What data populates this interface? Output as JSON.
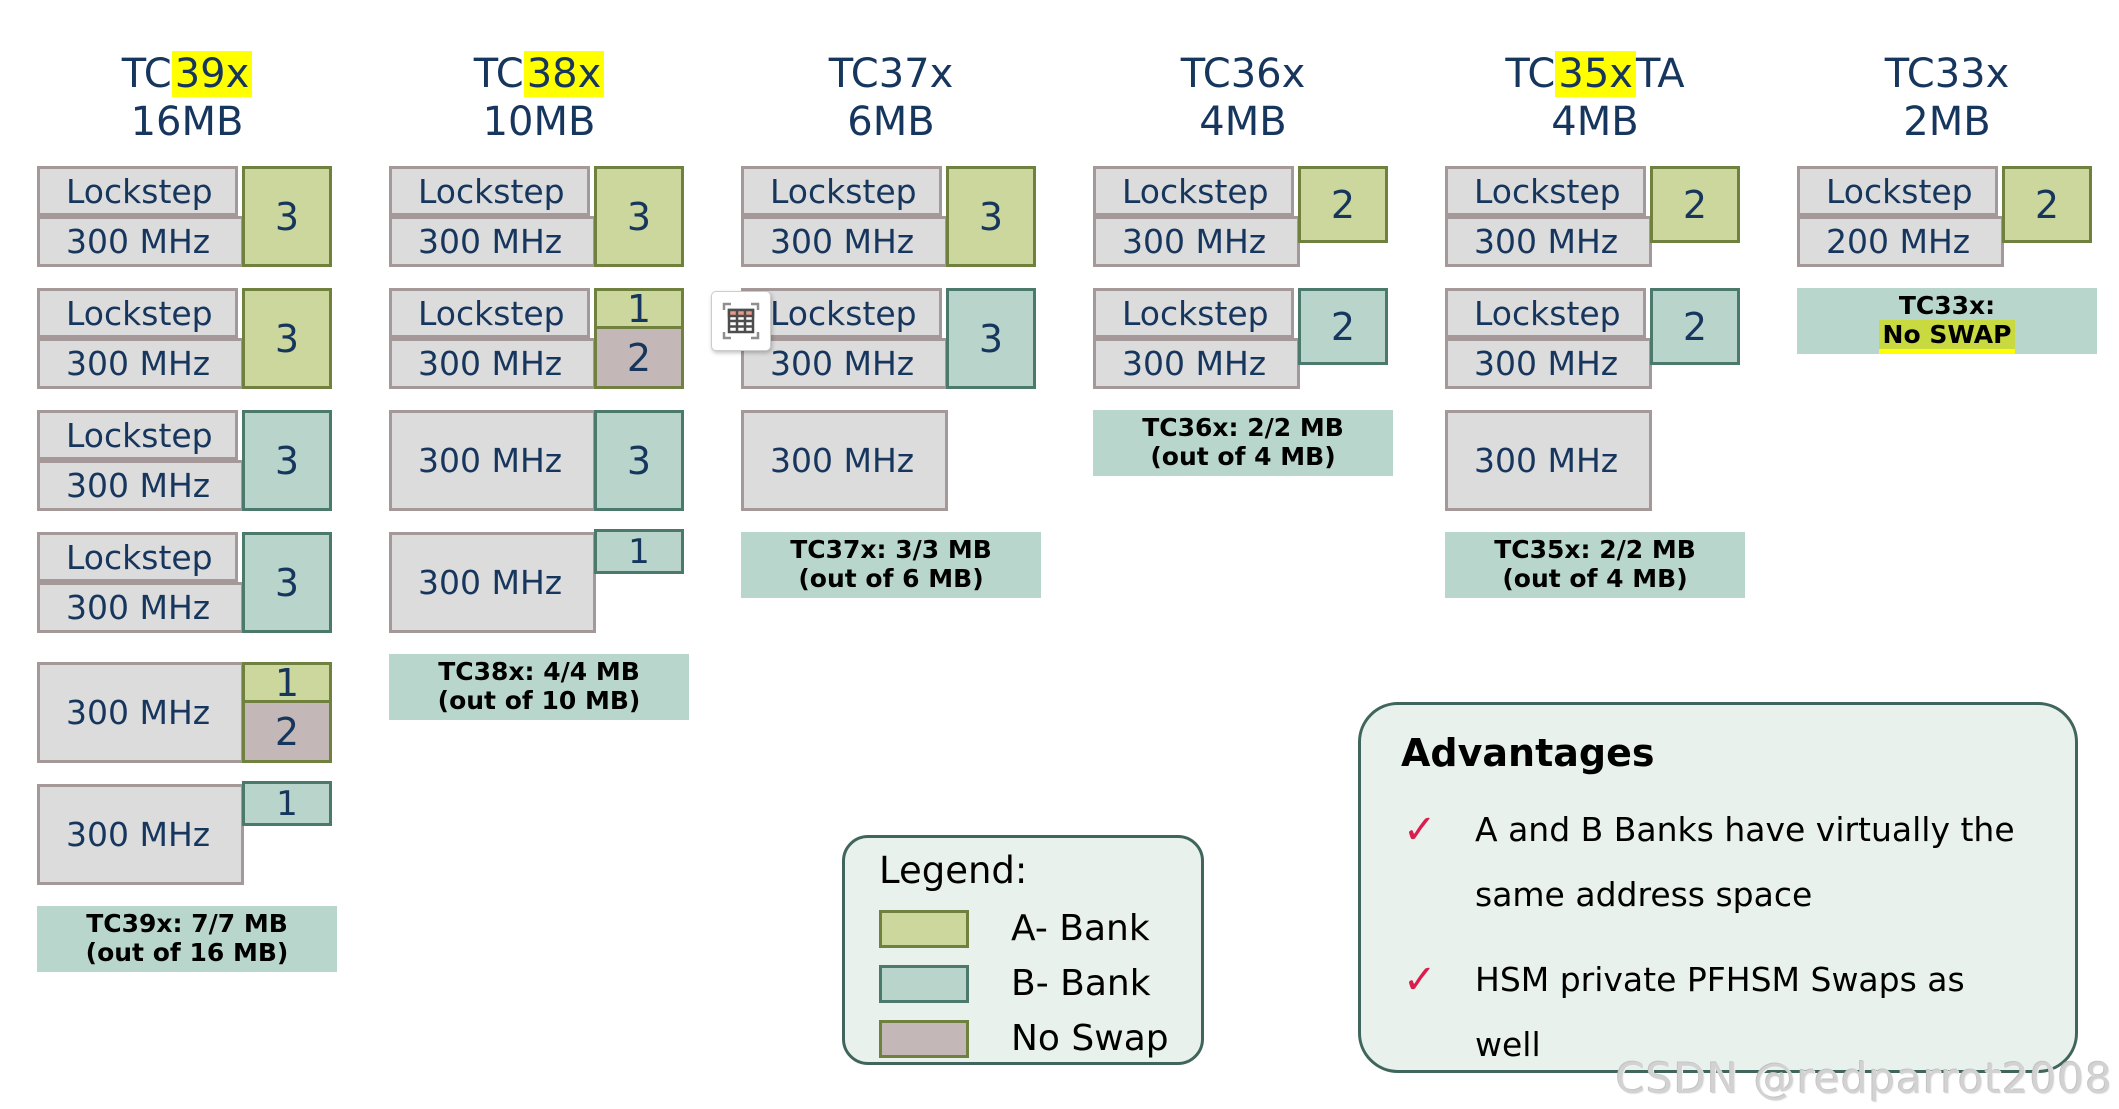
{
  "colors": {
    "navy": "#17365d",
    "yellow": "#ffff00",
    "gray_fill": "#dcdcdc",
    "gray_border": "#a59898",
    "bank_a": "#ccd79e",
    "bank_a_border": "#70803f",
    "bank_b": "#b9d5cb",
    "bank_b_border": "#4b7a6d",
    "noswap_fill": "#c3b7b7",
    "summary_bg": "#b9d6cd",
    "panel_bg": "#e9f1ed",
    "panel_border": "#3f655c",
    "check": "#dc1c4c",
    "noswap_hl": "#c9da41"
  },
  "columns": [
    {
      "id": "tc39x",
      "title": {
        "prefix": "TC",
        "highlight": "39x",
        "suffix": ""
      },
      "size": "16MB",
      "rows": [
        {
          "type": "lockstep",
          "label1": "Lockstep",
          "label2": "300 MHz",
          "tag": {
            "style": "full",
            "bank": "a",
            "value": "3"
          }
        },
        {
          "type": "lockstep",
          "label1": "Lockstep",
          "label2": "300 MHz",
          "tag": {
            "style": "full",
            "bank": "a",
            "value": "3"
          }
        },
        {
          "type": "lockstep",
          "label1": "Lockstep",
          "label2": "300 MHz",
          "tag": {
            "style": "full",
            "bank": "b",
            "value": "3"
          }
        },
        {
          "type": "lockstep",
          "label1": "Lockstep",
          "label2": "300 MHz",
          "tag": {
            "style": "full",
            "bank": "b",
            "value": "3"
          }
        },
        {
          "type": "single",
          "label": "300 MHz",
          "tag": {
            "style": "split",
            "top": {
              "bank": "a",
              "value": "1"
            },
            "bottom": {
              "bank": "noswap",
              "value": "2"
            }
          }
        },
        {
          "type": "single",
          "label": "300 MHz",
          "tag": {
            "style": "small",
            "bank": "b",
            "value": "1"
          }
        }
      ],
      "summary": {
        "line1": "TC39x: 7/7 MB",
        "line2": "(out of 16 MB)",
        "line2_highlight": false
      }
    },
    {
      "id": "tc38x",
      "title": {
        "prefix": "TC",
        "highlight": "38x",
        "suffix": ""
      },
      "size": "10MB",
      "rows": [
        {
          "type": "lockstep",
          "label1": "Lockstep",
          "label2": "300 MHz",
          "tag": {
            "style": "full",
            "bank": "a",
            "value": "3"
          }
        },
        {
          "type": "lockstep",
          "label1": "Lockstep",
          "label2": "300 MHz",
          "tag": {
            "style": "split",
            "top": {
              "bank": "a",
              "value": "1"
            },
            "bottom": {
              "bank": "noswap",
              "value": "2"
            }
          }
        },
        {
          "type": "single",
          "label": "300 MHz",
          "tag": {
            "style": "full",
            "bank": "b",
            "value": "3"
          }
        },
        {
          "type": "single",
          "label": "300 MHz",
          "tag": {
            "style": "small",
            "bank": "b",
            "value": "1"
          }
        }
      ],
      "summary": {
        "line1": "TC38x: 4/4 MB",
        "line2": "(out of 10 MB)",
        "line2_highlight": false
      }
    },
    {
      "id": "tc37x",
      "title": {
        "prefix": "TC37x",
        "highlight": "",
        "suffix": ""
      },
      "size": "6MB",
      "rows": [
        {
          "type": "lockstep",
          "label1": "Lockstep",
          "label2": "300 MHz",
          "tag": {
            "style": "full",
            "bank": "a",
            "value": "3"
          }
        },
        {
          "type": "lockstep",
          "label1": "Lockstep",
          "label2": "300 MHz",
          "tag": {
            "style": "full",
            "bank": "b",
            "value": "3"
          }
        },
        {
          "type": "single",
          "label": "300 MHz",
          "tag": null
        }
      ],
      "summary": {
        "line1": "TC37x: 3/3 MB",
        "line2": "(out of 6 MB)",
        "line2_highlight": false
      }
    },
    {
      "id": "tc36x",
      "title": {
        "prefix": "TC36x",
        "highlight": "",
        "suffix": ""
      },
      "size": "4MB",
      "rows": [
        {
          "type": "lockstep",
          "label1": "Lockstep",
          "label2": "300 MHz",
          "tag": {
            "style": "tall",
            "bank": "a",
            "value": "2"
          }
        },
        {
          "type": "lockstep",
          "label1": "Lockstep",
          "label2": "300 MHz",
          "tag": {
            "style": "tall",
            "bank": "b",
            "value": "2"
          }
        }
      ],
      "summary": {
        "line1": "TC36x: 2/2 MB",
        "line2": "(out of 4 MB)",
        "line2_highlight": false
      }
    },
    {
      "id": "tc35xta",
      "title": {
        "prefix": "TC",
        "highlight": "35x",
        "suffix": "TA"
      },
      "size": "4MB",
      "rows": [
        {
          "type": "lockstep",
          "label1": "Lockstep",
          "label2": "300 MHz",
          "tag": {
            "style": "tall",
            "bank": "a",
            "value": "2"
          }
        },
        {
          "type": "lockstep",
          "label1": "Lockstep",
          "label2": "300 MHz",
          "tag": {
            "style": "tall",
            "bank": "b",
            "value": "2"
          }
        },
        {
          "type": "single",
          "label": "300 MHz",
          "tag": null
        }
      ],
      "summary": {
        "line1": "TC35x: 2/2 MB",
        "line2": "(out of 4 MB)",
        "line2_highlight": false
      }
    },
    {
      "id": "tc33x",
      "title": {
        "prefix": "TC33x",
        "highlight": "",
        "suffix": ""
      },
      "size": "2MB",
      "rows": [
        {
          "type": "lockstep",
          "label1": "Lockstep",
          "label2": "200 MHz",
          "tag": {
            "style": "tall",
            "bank": "a",
            "value": "2"
          }
        }
      ],
      "summary": {
        "line1": "TC33x:",
        "line2": "No SWAP",
        "line2_highlight": true
      }
    }
  ],
  "legend": {
    "title": "Legend:",
    "items": [
      {
        "bank": "a",
        "label": "A- Bank"
      },
      {
        "bank": "b",
        "label": "B- Bank"
      },
      {
        "bank": "noswap",
        "label": "No Swap"
      }
    ]
  },
  "advantages": {
    "title": "Advantages",
    "items": [
      {
        "check": "✓",
        "lines": [
          "A and B Banks have virtually the",
          "same address space"
        ]
      },
      {
        "check": "✓",
        "lines": [
          "HSM private PFHSM Swaps as",
          "well"
        ]
      }
    ]
  },
  "paste_button": {
    "icon": "table-paste-icon"
  },
  "watermark": "CSDN @redparrot2008"
}
